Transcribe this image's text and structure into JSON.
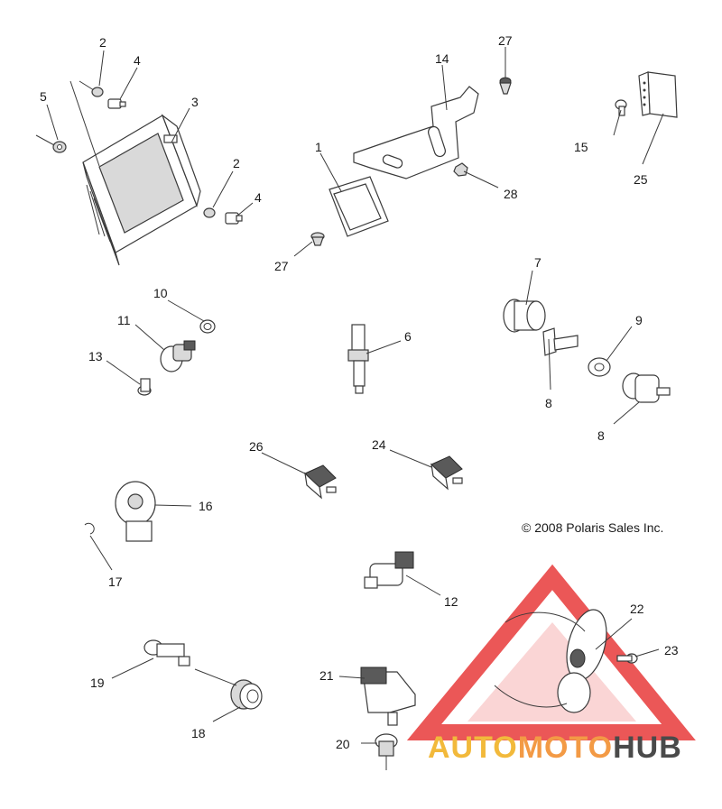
{
  "copyright": "© 2008 Polaris Sales Inc.",
  "watermark": {
    "word_a": "AUTO",
    "word_b": "MOTO",
    "word_c": "HUB",
    "colors": {
      "a": "#f2b93b",
      "b": "#f39a45",
      "c": "#4a4a4a",
      "triangle": "#e83a3a"
    }
  },
  "callouts": {
    "c1": "1",
    "c2a": "2",
    "c2b": "2",
    "c3": "3",
    "c4a": "4",
    "c4b": "4",
    "c5": "5",
    "c6": "6",
    "c7": "7",
    "c8a": "8",
    "c8b": "8",
    "c9": "9",
    "c10": "10",
    "c11": "11",
    "c12": "12",
    "c13": "13",
    "c14": "14",
    "c15": "15",
    "c16": "16",
    "c17": "17",
    "c18": "18",
    "c19": "19",
    "c20": "20",
    "c21": "21",
    "c22": "22",
    "c23": "23",
    "c24": "24",
    "c25": "25",
    "c26": "26",
    "c27a": "27",
    "c27b": "27",
    "c28": "28"
  }
}
